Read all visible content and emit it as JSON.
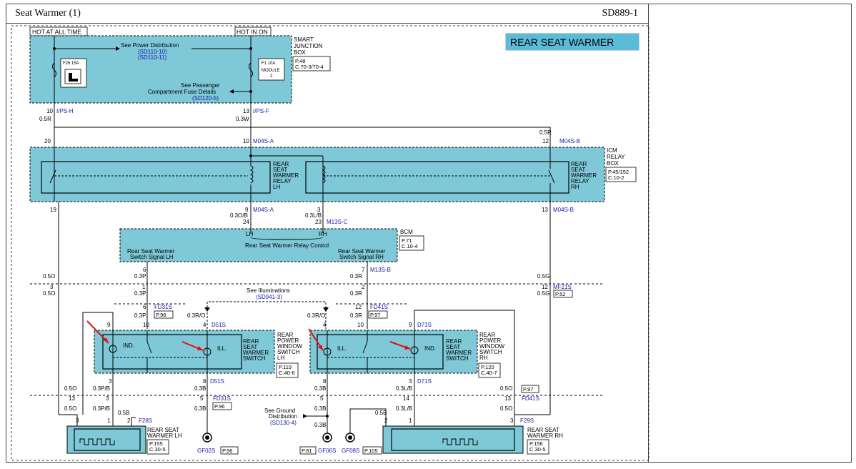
{
  "header": {
    "title": "Seat Warmer (1)",
    "code": "SD889-1"
  },
  "banner": "REAR SEAT WARMER",
  "colors": {
    "component_fill": "#7ec8d8",
    "banner_fill": "#5bbcd9",
    "link_blue": "#1a1aa8",
    "arrow_red": "#e01010"
  },
  "labels": {
    "hot_at_all_time": "HOT AT ALL TIME",
    "hot_in_on": "HOT IN ON",
    "smart_junction_box": [
      "SMART",
      "JUNCTION",
      "BOX"
    ],
    "sjb_ref": [
      "P.48",
      "C.70-3/70-4"
    ],
    "see_power_distribution": "See Power Distribution",
    "sd110_10": "(SD110-10)",
    "sd110_11": "(SD110-11)",
    "see_passenger": "See Passenger",
    "compartment_fuse": "Compartment Fuse Details",
    "sd120_5": "(SD120-5)",
    "fuse_f26": "F26 15A",
    "fuse_f1": "F1 10A",
    "module_2": [
      "MODULE",
      "2"
    ],
    "pin_10_ips_h": "10",
    "conn_ips_h": "I/PS-H",
    "wire_05r": "0.5R",
    "pin_13_ips_f": "13",
    "conn_ips_f": "I/PS-F",
    "wire_03w": "0.3W",
    "pin_20": "20",
    "pin_10_m04s": "10",
    "conn_m04s_a": "M04S-A",
    "wire_05r_b": "0.5R",
    "pin_12": "12",
    "conn_m04s_b": "M04S-B",
    "icm_relay_box": [
      "ICM",
      "RELAY",
      "BOX"
    ],
    "icm_ref": [
      "P.45/152",
      "C.10-2"
    ],
    "relay_lh": [
      "REAR",
      "SEAT",
      "WARMER",
      "RELAY",
      "LH"
    ],
    "relay_rh": [
      "REAR",
      "SEAT",
      "WARMER",
      "RELAY",
      "RH"
    ],
    "pin_19": "19",
    "pin_9": "9",
    "conn_m04s_a2": "M04S-A",
    "pin_3": "3",
    "pin_13": "13",
    "conn_m04s_b2": "M04S-B",
    "wire_03ob": "0.3O/B",
    "wire_03lb": "0.3L/B",
    "pin_24": "24",
    "pin_23": "23",
    "conn_m13s_c": "M13S-C",
    "bcm_lh": "LH",
    "bcm_rh": "RH",
    "bcm_relay_control": "Rear Seat Warmer Relay Control",
    "bcm_signal_lh": [
      "Rear Seat Warmer",
      "Switch Signal LH"
    ],
    "bcm_signal_rh": [
      "Rear Seat Warmer",
      "Switch Signal RH"
    ],
    "bcm": "BCM",
    "bcm_ref": [
      "P.71",
      "C.10-4"
    ],
    "pin_6": "6",
    "pin_7": "7",
    "wire_03p": "0.3P",
    "wire_03r": "0.3R",
    "conn_m13s_b": "M13S-B",
    "wire_05o": "0.5O",
    "wire_05g": "0.5G",
    "pin_1": "1",
    "pin_2": "2",
    "conn_mf21s": "MF21S",
    "ref_p52": "P.52",
    "see_illuminations": "See Illuminations",
    "sd941_3": "(SD941-3)",
    "conn_fd31s": "FD31S",
    "conn_fd41s": "FD41S",
    "ref_p96": "P.96",
    "ref_p97": "P.97",
    "wire_03ro": "0.3R/O",
    "pin_4": "4",
    "conn_d51s": "D51S",
    "conn_d71s": "D71S",
    "ind": "IND.",
    "ill": "ILL.",
    "rpw_switch_lh": [
      "REAR",
      "POWER",
      "WINDOW",
      "SWITCH",
      "LH"
    ],
    "rsw_switch": [
      "REAR",
      "SEAT",
      "WARMER",
      "SWITCH"
    ],
    "rpw_switch_rh": [
      "REAR",
      "POWER",
      "WINDOW",
      "SWITCH",
      "RH"
    ],
    "sw_lh_ref": [
      "P.119",
      "C.40-6"
    ],
    "sw_rh_ref": [
      "P.120",
      "C.40-7"
    ],
    "pin_8": "8",
    "pin_5": "5",
    "pin_14": "14",
    "wire_03pb": "0.3P/B",
    "wire_03b": "0.3B",
    "wire_03lb2": "0.3L/B",
    "wire_05b": "0.5B",
    "conn_f28s": "F28S",
    "conn_f29s": "F29S",
    "see_ground": [
      "See Ground",
      "Distribution"
    ],
    "sd130_4": "(SD130-4)",
    "rsw_lh": [
      "REAR SEAT",
      "WARMER LH"
    ],
    "rsw_rh": [
      "REAR SEAT",
      "WARMER RH"
    ],
    "rsw_lh_ref": [
      "P.155",
      "C.30-5"
    ],
    "rsw_rh_ref": [
      "P.156",
      "C.30-5"
    ],
    "gf02s": "GF02S",
    "gf06s": "GF06S",
    "gf08s": "GF08S",
    "ref_p81": "P.81",
    "ref_p105": "P.105"
  }
}
